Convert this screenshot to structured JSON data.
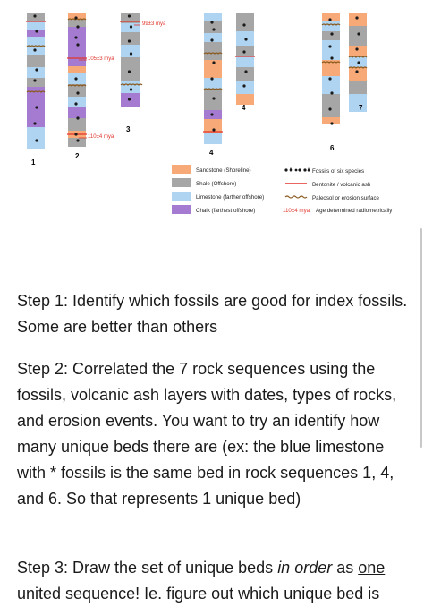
{
  "colors": {
    "sandstone": "#f7a978",
    "shale": "#a6a6a6",
    "limestone": "#aed4f2",
    "chalk": "#a47bd1",
    "bentonite": "#e0352b",
    "erosion": "#8a5a1e",
    "fossil": "#1a1a1a"
  },
  "figure": {
    "column_labels": [
      "1",
      "2",
      "3",
      "4",
      "4",
      "6",
      "7"
    ],
    "dates": [
      "99±3 mya",
      "105±3 mya",
      "110±4 mya"
    ],
    "legend": {
      "sandstone": "Sandstone (Shoreline)",
      "shale": "Shale (Offshore)",
      "limestone": "Limestone (farther offshore)",
      "chalk": "Chalk (farthest offshore)",
      "fossils": "Fossils of six species",
      "bentonite": "Bentonite / volcanic ash",
      "paleosol": "Paleosol or erosion surface",
      "age_value": "110±4 mya",
      "age_text": "Age determined radiometrically"
    }
  },
  "steps": {
    "step1": "Step 1: Identify which fossils are good for index fossils. Some are better than others",
    "step2": "Step 2:  Correlated the 7 rock sequences using the fossils, volcanic ash layers with dates, types of rocks, and erosion events. You want to try an identify how many unique beds there are (ex: the blue limestone with * fossils is the same bed in rock sequences 1, 4, and 6. So that represents 1 unique bed)",
    "step3_a": "Step 3: Draw the set of unique beds ",
    "step3_em": "in order",
    "step3_b": " as ",
    "step3_u": "one",
    "step3_c": " united sequence! Ie. figure out which unique bed is"
  }
}
